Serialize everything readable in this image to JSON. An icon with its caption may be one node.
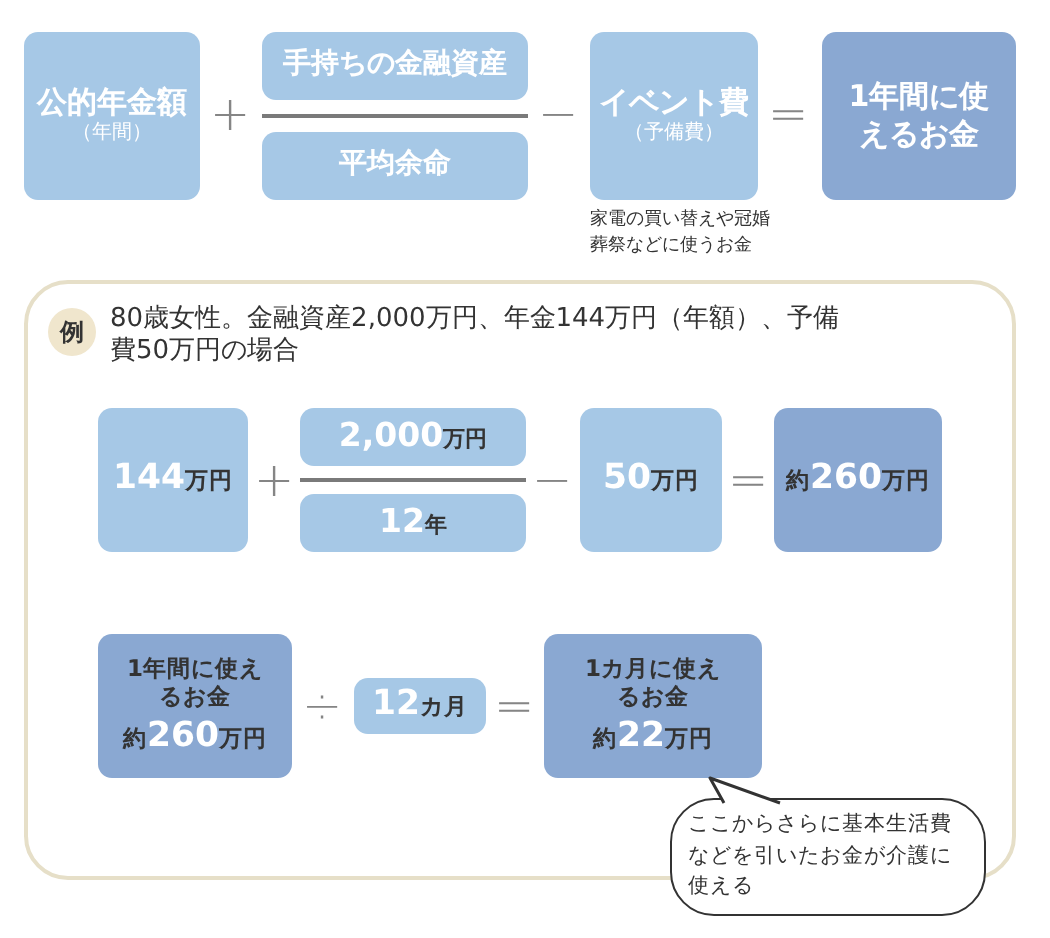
{
  "diagram": {
    "nodes": [
      {
        "text": [
          "公的年金額",
          "（年間）"
        ]
      },
      {
        "text": [
          "手持ちの金融資産"
        ]
      },
      {
        "text": [
          "平均余命"
        ]
      },
      {
        "text": [
          "イベント費",
          "（予備費）"
        ],
        "beside": [
          "家電の買い替えや冠婚葬祭などに使うお金"
        ]
      },
      {
        "text": [
          "1年間に使えるお金"
        ]
      },
      {
        "text": [
          "80歳女性。金融資産2,000万円、年金144万円（年額）、予備費50万円の場合"
        ]
      },
      {
        "text": [
          "例"
        ],
        "in": 5
      },
      {
        "text": [
          "**144**万円"
        ],
        "in": 5
      },
      {
        "text": [
          "**2,000**万円"
        ],
        "in": 5
      },
      {
        "text": [
          "**12**年"
        ],
        "in": 5
      },
      {
        "text": [
          "**50**万円"
        ],
        "in": 5
      },
      {
        "text": [
          "約**260**万円"
        ],
        "in": 5
      },
      {
        "text": [
          "1年間に使えるお金",
          "約**260**万円"
        ],
        "in": 5
      },
      {
        "text": [
          "**12**カ月"
        ],
        "in": 5
      },
      {
        "text": [
          "1カ月に使えるお金",
          "約**22**万円"
        ],
        "in": 5
      },
      {
        "text": [
          "ここからさらに基本生活費などを引いたお金が介護に使える"
        ]
      }
    ],
    "edges": [
      {
        "from": 15,
        "to": 14,
        "arrow": "none"
      }
    ],
    "labels": [
      "+",
      "−",
      "=",
      "+",
      "−",
      "=",
      "÷",
      "="
    ]
  }
}
